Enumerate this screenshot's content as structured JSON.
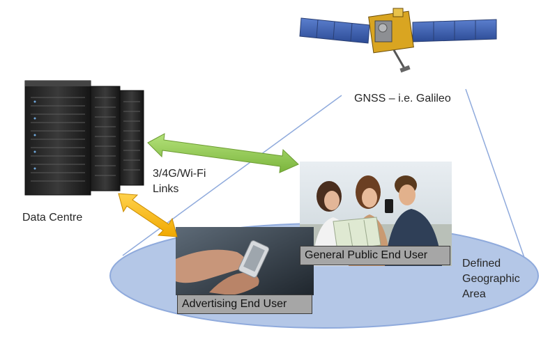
{
  "satellite": {
    "label": "GNSS – i.e. Galileo",
    "icon": "satellite-icon"
  },
  "links": {
    "line1": "3/4G/Wi-Fi",
    "line2": "Links"
  },
  "data_centre": {
    "label": "Data Centre",
    "icon": "server-rack-icon"
  },
  "general_public": {
    "caption": "General Public End User",
    "icon": "group-photo-icon"
  },
  "advertising": {
    "caption": "Advertising End User",
    "icon": "smartphone-hand-icon"
  },
  "area": {
    "line1": "Defined",
    "line2": "Geographic",
    "line3": "Area"
  },
  "colors": {
    "area_fill": "#b4c7e7",
    "area_stroke": "#8faadc",
    "beam_line": "#8faadc",
    "green_arrow": "#92d050",
    "orange_arrow": "#ffc000",
    "caption_bg": "#a6a6a6",
    "panel_blue": "#3f63b4"
  }
}
